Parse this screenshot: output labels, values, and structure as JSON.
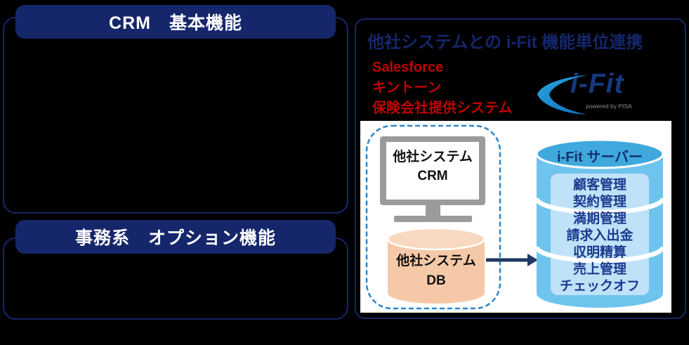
{
  "colors": {
    "navy": "#15266b",
    "red_text": "#c00000",
    "dashed_boundary_blue": "#2e85c5",
    "server_cylinder_top": "#3fa8dc",
    "server_cylinder_body": "#6fc4ee",
    "server_inner_panel": "#bfe2f8",
    "db_cylinder_body": "#f5c9a7",
    "db_cylinder_top": "#f8d8c0",
    "monitor_gray": "#9b9b9b",
    "logo_blue": "#1f97d4",
    "logo_navy": "#16397e"
  },
  "left": {
    "sections": [
      {
        "title": "CRM　基本機能"
      },
      {
        "title": "事務系　オプション機能"
      }
    ]
  },
  "right": {
    "title": "他社システムとの i-Fit 機能単位連携",
    "external_systems": [
      "Salesforce",
      "キントーン",
      "保険会社提供システム"
    ],
    "logo": {
      "text": "i-Fit",
      "tagline": "powered by PISA"
    },
    "diagram": {
      "crm_label_line1": "他社システム",
      "crm_label_line2": "CRM",
      "db_label_line1": "他社システム",
      "db_label_line2": "DB",
      "server_title": "i-Fit サーバー",
      "server_features": [
        "顧客管理",
        "契約管理",
        "満期管理",
        "請求入出金",
        "収明精算",
        "売上管理",
        "チェックオフ"
      ]
    }
  }
}
